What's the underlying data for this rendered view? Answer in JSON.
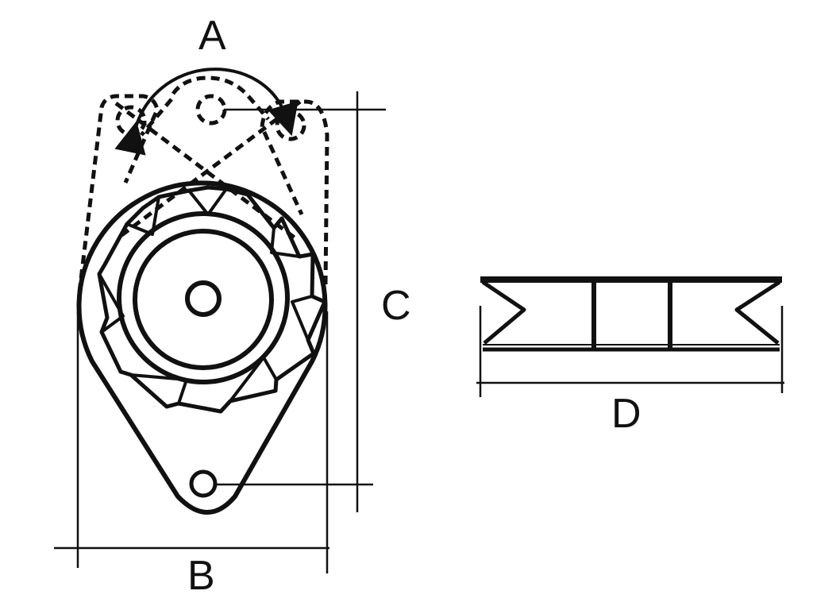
{
  "colors": {
    "stroke": "#111111",
    "background": "#ffffff"
  },
  "labels": {
    "a": "A",
    "b": "B",
    "c": "C",
    "d": "D"
  }
}
